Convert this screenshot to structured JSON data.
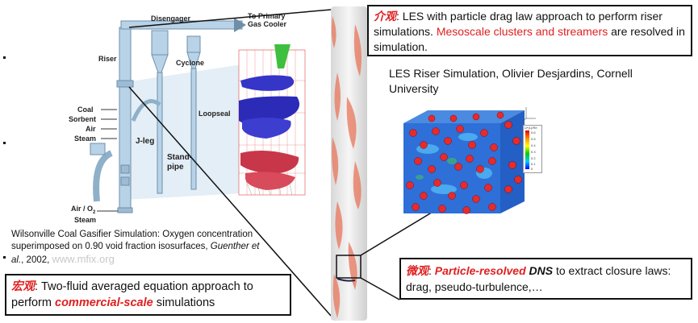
{
  "left_diagram": {
    "labels": {
      "disengager": "Disengager",
      "to_primary": "To Primary",
      "gas_cooler": "Gas Cooler",
      "riser": "Riser",
      "cyclone": "Cyclone",
      "loopseal": "Loopseal",
      "coal": "Coal",
      "sorbent": "Sorbent",
      "air": "Air",
      "steam": "Steam",
      "jleg": "J-leg",
      "standpipe_1": "Stand-",
      "standpipe_2": "pipe",
      "air_o2": "Air / O",
      "air_o2_sub": "2",
      "steam_bottom": "Steam"
    },
    "caption": {
      "line1": "Wilsonville Coal Gasifier Simulation: Oxygen concentration",
      "line2_a": "superimposed on 0.90 void fraction isosurfaces, ",
      "line2_b": "Guenther et",
      "line3_a": "al.",
      "line3_b": ", 2002, ",
      "line3_watermark": "www.mfix.org"
    }
  },
  "macro_box": {
    "tag": "宏观",
    "text_1": ": Two-fluid averaged equation approach to",
    "text_2": "perform ",
    "highlight": "commercial-scale",
    "text_3": " simulations"
  },
  "meso_box": {
    "tag": "介观",
    "text_1": ": LES with particle drag law approach to perform riser simulations. ",
    "highlight": "Mesoscale clusters and streamers",
    "text_2": " are resolved in simulation."
  },
  "les_caption": {
    "line1": "LES Riser Simulation, Olivier Desjardins, Cornell",
    "line2": "University"
  },
  "micro_box": {
    "tag": "微观",
    "sep": ": ",
    "highlight_1": "Particle-resolved ",
    "highlight_2": "DNS",
    "text_1": " to extract closure laws:",
    "text_2": "drag, pseudo-turbulence,…"
  },
  "cube_legend": {
    "title": "U*(L)/Re",
    "ticks": [
      "0.6",
      "0.5",
      "0.4",
      "0.3",
      "0.2",
      "0.1",
      "0"
    ]
  },
  "colors": {
    "highlight_red": "#e02020",
    "box_border": "#111111",
    "equipment_blue": "#b8d3e8"
  }
}
